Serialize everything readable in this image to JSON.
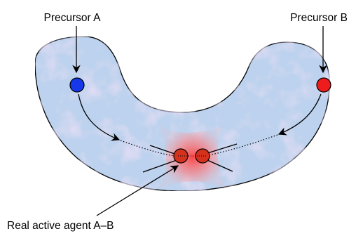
{
  "labels": {
    "precursor_a": "Precursor A",
    "precursor_b": "Precursor B",
    "product": "Real active agent A–B"
  },
  "colors": {
    "vessel_fill": "#bcd2ee",
    "vessel_tint": "#d6bfe6",
    "precursor_a": "#1638e8",
    "precursor_b": "#ee1c1c",
    "product_atoms": "#d5321e",
    "glow": "#ff6a6a",
    "stroke": "#000000"
  }
}
